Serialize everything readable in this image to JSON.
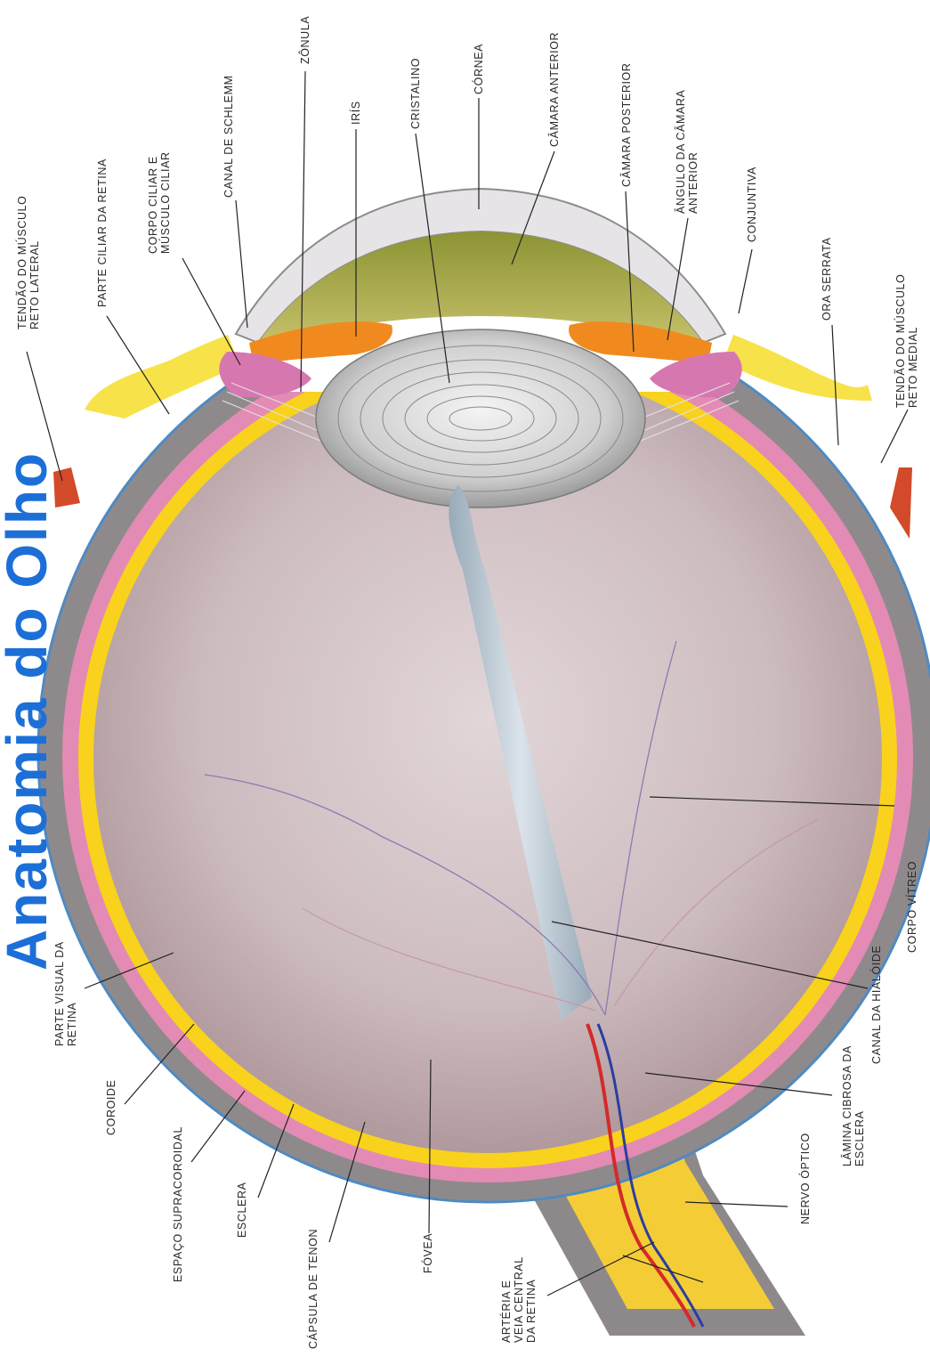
{
  "title": "Anatomia do Olho",
  "colors": {
    "title": "#1d6fd8",
    "sclera": "#8e8a8c",
    "choroid": "#e38bb4",
    "retina": "#f8d21c",
    "vitreous": "#d2c0c0",
    "cornea": "#e6e4e6",
    "lens": "#d8d8d8",
    "iris": "#f08a1e",
    "anterior_chamber": "#a7ad48",
    "fat": "#f7e24a",
    "muscle": "#d24a2a",
    "nerve": "#f6d23a",
    "artery": "#d42a2a",
    "vein": "#2a3ea0"
  },
  "labels": {
    "tendao_lateral": [
      "TENDÃO DO MÚSCULO",
      "RETO LATERAL"
    ],
    "parte_ciliar": [
      "PARTE CILIAR DA RETINA"
    ],
    "corpo_ciliar": [
      "CORPO CILIAR E",
      "MÚSCULO CILIAR"
    ],
    "canal_schlemm": [
      "CANAL DE SCHLEMM"
    ],
    "zonula": [
      "ZÔNULA"
    ],
    "iris": [
      "IRÍS"
    ],
    "cristalino": [
      "CRISTALINO"
    ],
    "cornea": [
      "CÓRNEA"
    ],
    "camara_anterior": [
      "CÂMARA ANTERIOR"
    ],
    "camara_posterior": [
      "CÂMARA POSTERIOR"
    ],
    "angulo": [
      "ÂNGULO DA CÂMARA",
      "ANTERIOR"
    ],
    "conjuntiva": [
      "CONJUNTIVA"
    ],
    "ora_serrata": [
      "ORA SERRATA"
    ],
    "tendao_medial": [
      "TENDÃO DO MÚSCULO",
      "RETO MEDIAL"
    ],
    "corpo_vitreo": [
      "CORPO VÍTREO"
    ],
    "canal_hialoide": [
      "CANAL DA HIALÓIDE"
    ],
    "lamina_cribrosa": [
      "LÂMINA CIBROSA DA",
      "ESCLERA"
    ],
    "nervo_optico": [
      "NERVO ÓPTICO"
    ],
    "arteria_veia": [
      "ARTÉRIA E",
      "VEIA CENTRAL",
      "DA RETINA"
    ],
    "fovea": [
      "FÓVEA"
    ],
    "capsula_tenon": [
      "CÁPSULA DE TENON"
    ],
    "esclera": [
      "ESCLERA"
    ],
    "espaco_supracoroidal": [
      "ESPAÇO SUPRACOROIDAL"
    ],
    "coroide": [
      "COROIDE"
    ],
    "parte_visual": [
      "PARTE VISUAL DA",
      "RETINA"
    ]
  }
}
